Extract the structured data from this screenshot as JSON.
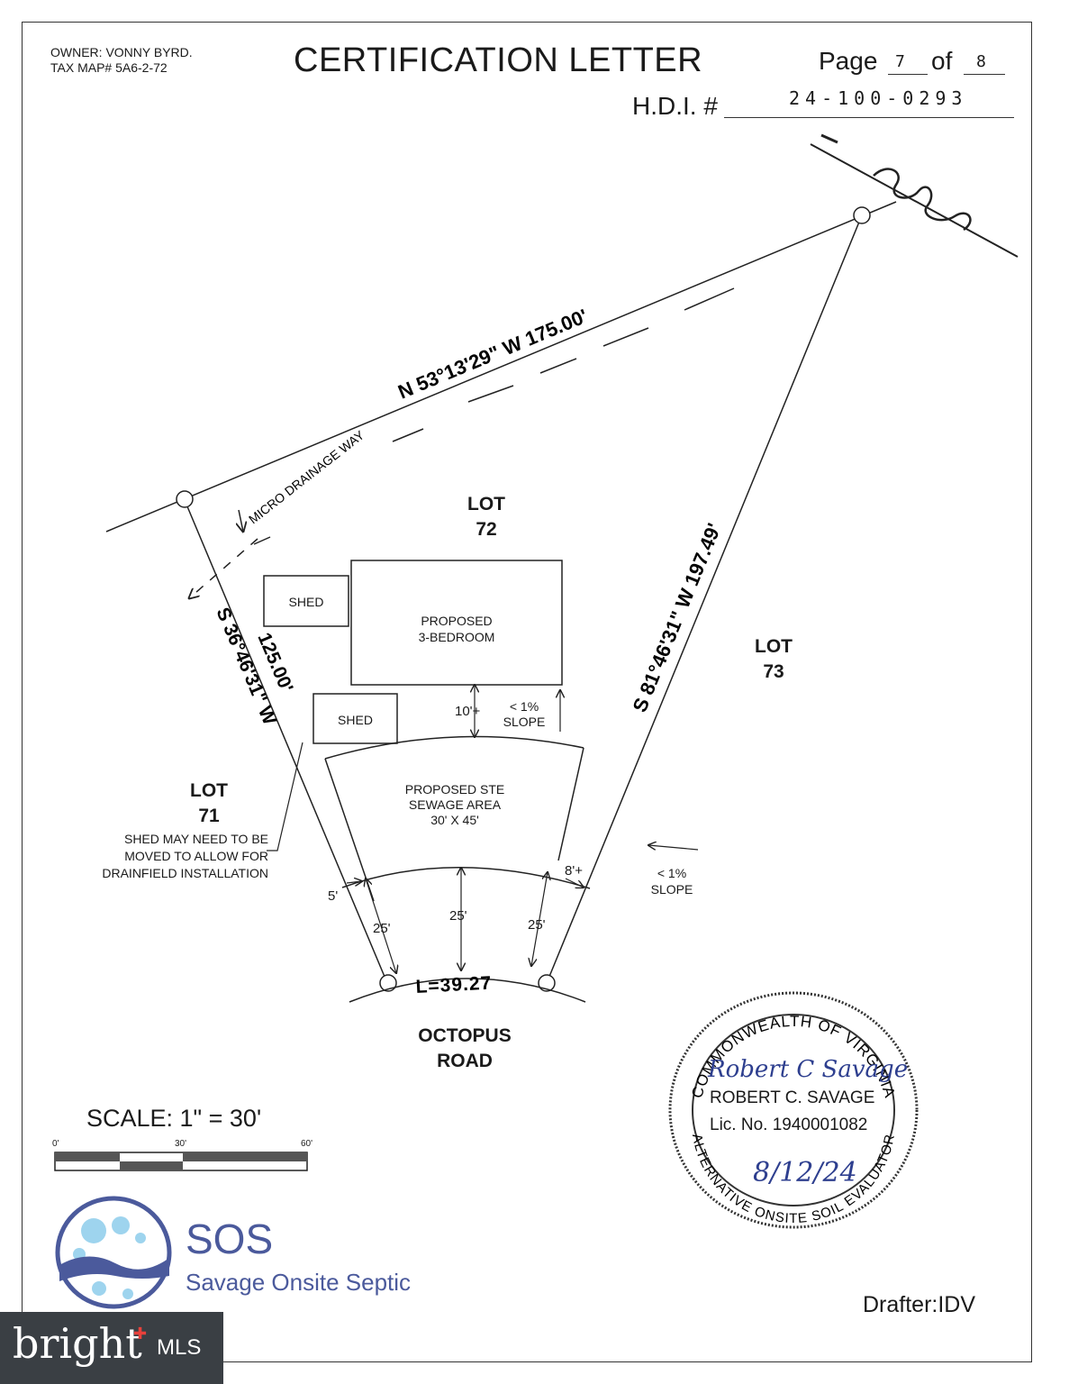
{
  "header": {
    "owner": "OWNER: VONNY BYRD.",
    "tax_map": "TAX MAP# 5A6-2-72",
    "title": "CERTIFICATION LETTER",
    "page_word": "Page",
    "page_current": "7",
    "of_word": "of",
    "page_total": "8",
    "hdi_label": "H.D.I. #",
    "hdi_number": "24-100-0293"
  },
  "plat": {
    "north_line": "N 53°13'29\" W 175.00'",
    "west_line_bearing": "S 36°46'31\" W",
    "west_line_length": "125.00'",
    "east_line": "S 81°46'31\" W 197.49'",
    "drainage": "MICRO DRAINAGE WAY",
    "arc_length": "L=39.27",
    "lot72": [
      "LOT",
      "72"
    ],
    "lot73": [
      "LOT",
      "73"
    ],
    "lot71": [
      "LOT",
      "71"
    ],
    "road": [
      "OCTOPUS",
      "ROAD"
    ],
    "shed1": "SHED",
    "shed2": "SHED",
    "house": [
      "PROPOSED",
      "3-BEDROOM"
    ],
    "sewage": [
      "PROPOSED STE",
      "SEWAGE AREA",
      "30' X 45'"
    ],
    "setback_house": "10'+",
    "slope_house": [
      "< 1%",
      "SLOPE"
    ],
    "slope_east": [
      "< 1%",
      "SLOPE"
    ],
    "setback_east": "8'+",
    "setback_west": "5'",
    "dist_left": "25'",
    "dist_center": "25'",
    "dist_right": "25'",
    "shed_note": [
      "SHED MAY NEED TO BE",
      "MOVED TO ALLOW FOR",
      "DRAINFIELD INSTALLATION"
    ]
  },
  "scale": {
    "label": "SCALE: 1\" = 30'",
    "ticks": [
      "0'",
      "30'",
      "60'"
    ]
  },
  "company": {
    "name": "SOS",
    "full": "Savage Onsite Septic",
    "color": "#4b5a9c"
  },
  "stamp": {
    "top_arc": "COMMONWEALTH OF VIRGINIA",
    "bottom_arc": "ALTERNATIVE ONSITE SOIL EVALUATOR",
    "name": "ROBERT C. SAVAGE",
    "license": "Lic. No. 1940001082",
    "signature": "Robert C Savage",
    "date": "8/12/24"
  },
  "drafter": "Drafter:IDV",
  "watermark": {
    "brand": "bright",
    "suffix": "MLS"
  }
}
